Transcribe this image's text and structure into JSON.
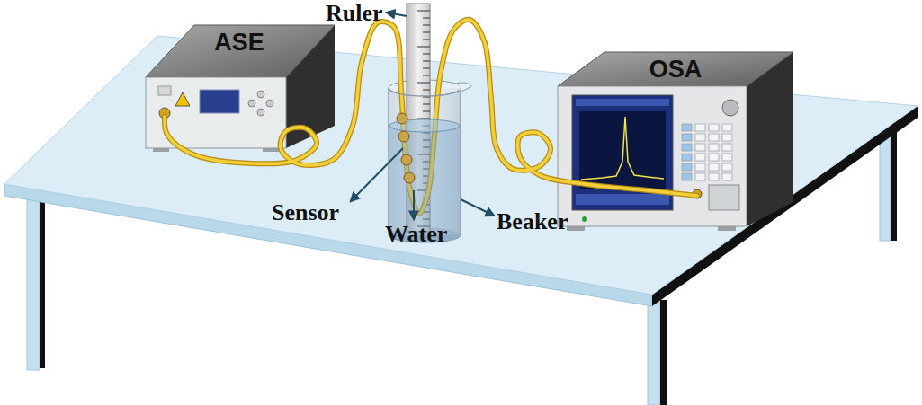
{
  "diagram": {
    "nodes": [
      {
        "text": [
          "ASE"
        ]
      },
      {
        "text": [
          "OSA"
        ]
      }
    ],
    "edges": [
      {
        "from": 0,
        "to": 1,
        "arrow": "none"
      }
    ],
    "labels": [
      "Ruler",
      "Sensor",
      "Water",
      "Beaker"
    ]
  }
}
